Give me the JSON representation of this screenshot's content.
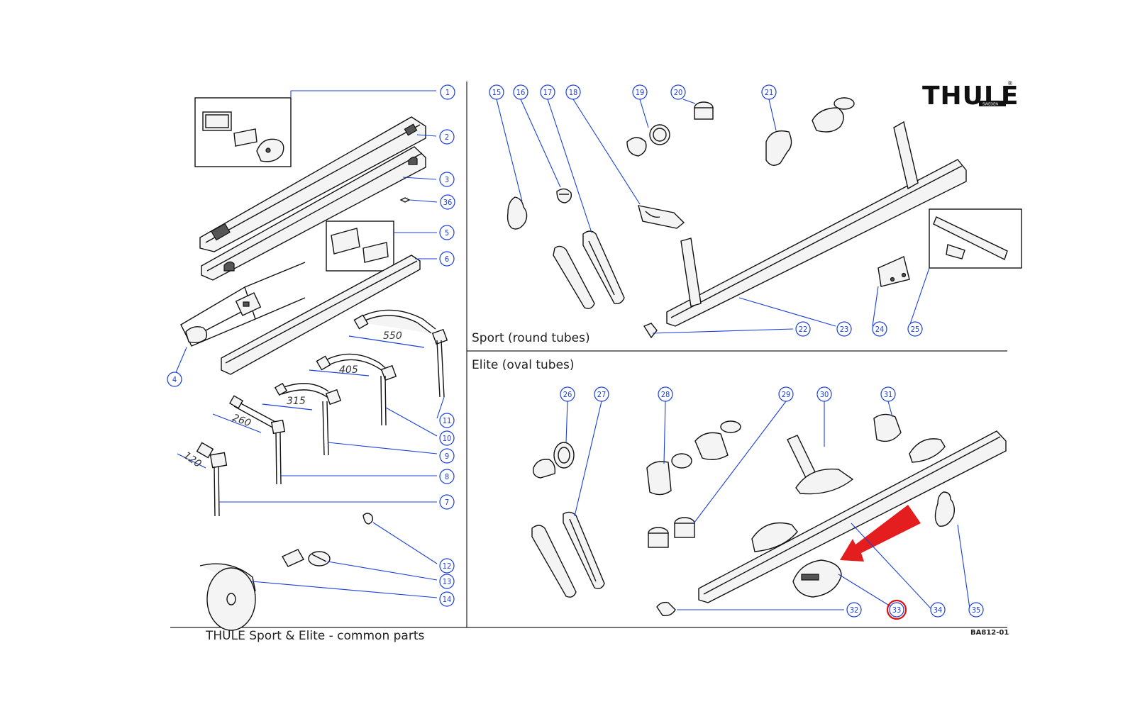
{
  "brand": {
    "logo_text": "THULE",
    "logo_subtext": "SWEDEN",
    "registered_mark": "®"
  },
  "sections": {
    "sport_label": "Sport (round tubes)",
    "elite_label": "Elite (oval tubes)",
    "common_label": "THULE Sport & Elite - common parts"
  },
  "document_code": "BA812-01",
  "dimensions": [
    "550",
    "405",
    "315",
    "260",
    "120"
  ],
  "callouts": [
    "1",
    "2",
    "3",
    "36",
    "5",
    "6",
    "4",
    "11",
    "10",
    "9",
    "8",
    "7",
    "12",
    "13",
    "14",
    "15",
    "16",
    "17",
    "18",
    "19",
    "20",
    "21",
    "22",
    "23",
    "24",
    "25",
    "26",
    "27",
    "28",
    "29",
    "30",
    "31",
    "32",
    "33",
    "34",
    "35"
  ],
  "highlighted_part": "33",
  "colors": {
    "leader": "#1a3fd8",
    "highlight": "#e01010",
    "arrow": "#e41e1e",
    "line": "#111111"
  }
}
